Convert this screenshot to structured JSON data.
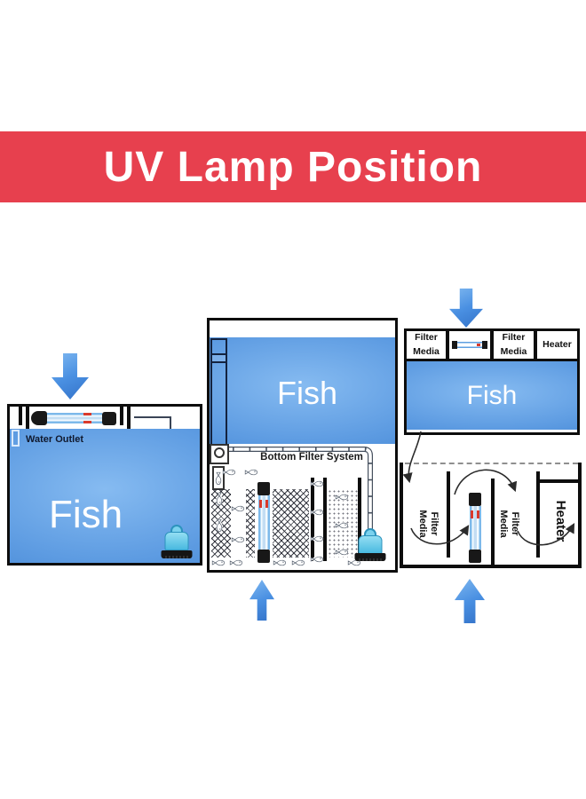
{
  "banner": {
    "title": "UV Lamp Position"
  },
  "left_tank": {
    "water_outlet_label": "Water Outlet",
    "fish_label": "Fish"
  },
  "middle_tank": {
    "fish_label": "Fish",
    "bottom_filter_label": "Bottom Filter System"
  },
  "right_top_tank": {
    "filter_media_left_label": "Filter Media",
    "filter_media_right_label": "Filter Media",
    "heater_label": "Heater",
    "fish_label": "Fish"
  },
  "right_bottom_sump": {
    "filter_media_left_label": "Filter Media",
    "filter_media_right_label": "Filter Media",
    "heater_label": "Heater"
  },
  "colors": {
    "banner_red": "#e7404e",
    "arrow_blue": "#4a90e2",
    "water_blue": "#5e9ce2",
    "water_light": "#86bbf1",
    "water_deep": "#3f83d2",
    "pump_blue": "#55c3e8",
    "lamp_cap_black": "#181818",
    "lamp_tube_blue": "#7db9ea",
    "lamp_mark_red": "#d93a2c"
  }
}
